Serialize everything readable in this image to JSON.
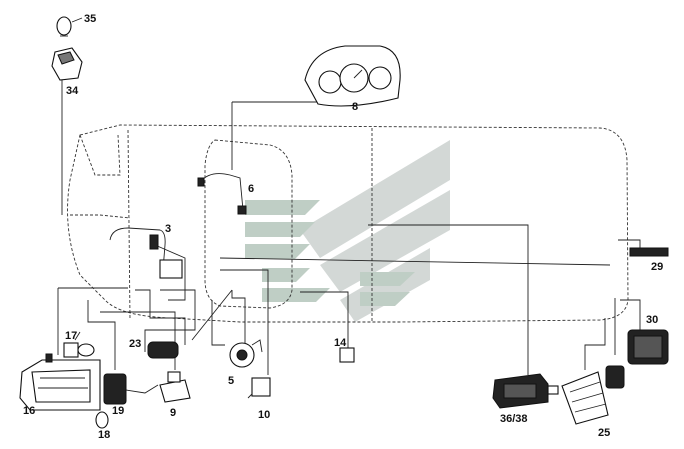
{
  "diagram": {
    "callouts": [
      {
        "id": "c35",
        "text": "35"
      },
      {
        "id": "c34",
        "text": "34"
      },
      {
        "id": "c8",
        "text": "8"
      },
      {
        "id": "c6",
        "text": "6"
      },
      {
        "id": "c3",
        "text": "3"
      },
      {
        "id": "c29",
        "text": "29"
      },
      {
        "id": "c30",
        "text": "30"
      },
      {
        "id": "c17",
        "text": "17"
      },
      {
        "id": "c23",
        "text": "23"
      },
      {
        "id": "c14",
        "text": "14"
      },
      {
        "id": "c5",
        "text": "5"
      },
      {
        "id": "c16",
        "text": "16"
      },
      {
        "id": "c19",
        "text": "19"
      },
      {
        "id": "c9",
        "text": "9"
      },
      {
        "id": "c10",
        "text": "10"
      },
      {
        "id": "c18",
        "text": "18"
      },
      {
        "id": "c3638",
        "text": "36/38"
      },
      {
        "id": "c25",
        "text": "25"
      }
    ],
    "watermark_colors": {
      "green": "#b9c9bf",
      "grey": "#cfd4d2"
    }
  }
}
